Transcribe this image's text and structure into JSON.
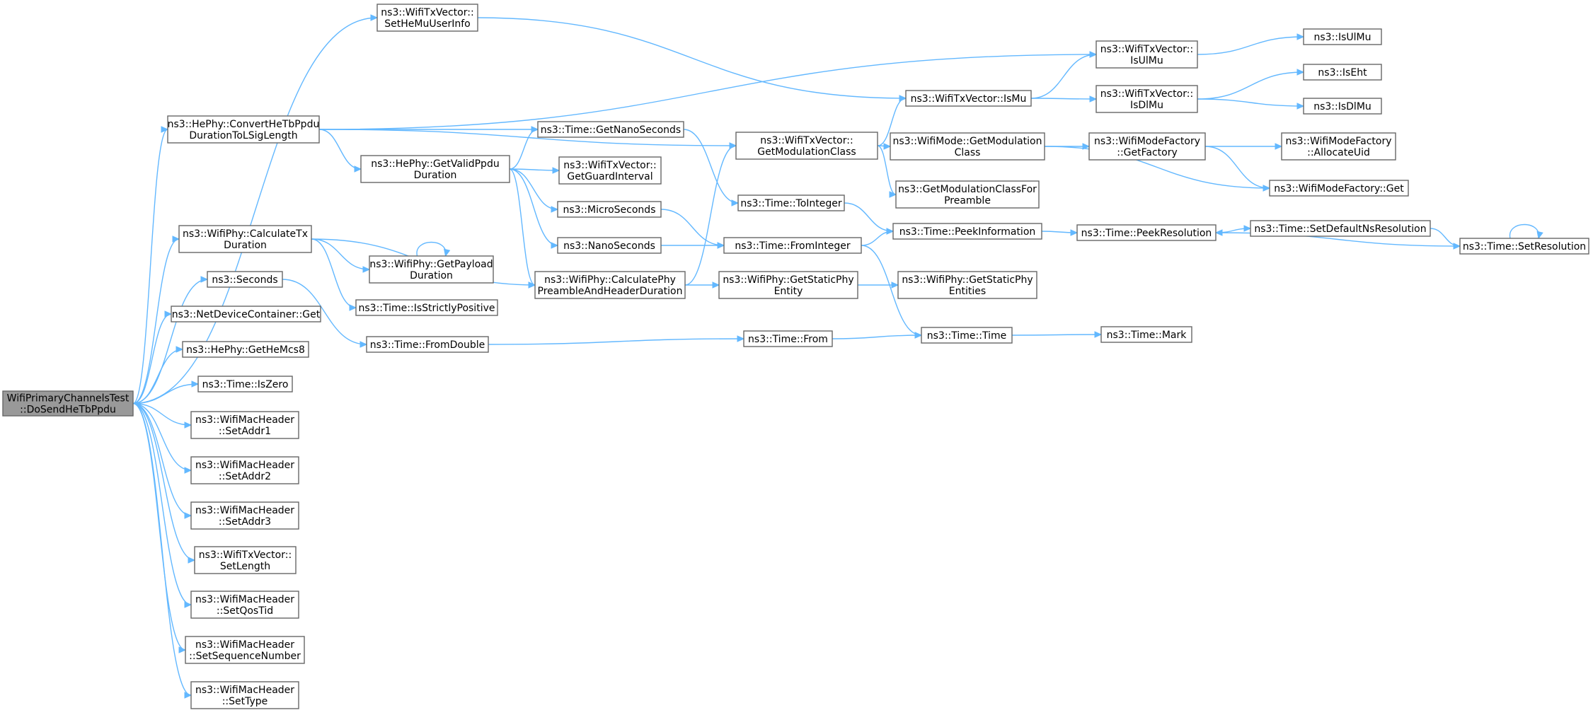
{
  "graph": {
    "colors": {
      "edge": "#63b8ff",
      "node_border": "#666666",
      "root_fill": "#999999",
      "node_fill": "#ffffff"
    },
    "nodes": [
      {
        "id": "root",
        "lines": [
          "WifiPrimaryChannelsTest",
          "::DoSendHeTbPpdu"
        ],
        "root": true
      },
      {
        "id": "setHeMu",
        "lines": [
          "ns3::WifiTxVector::",
          "SetHeMuUserInfo"
        ]
      },
      {
        "id": "convertHe",
        "lines": [
          "ns3::HePhy::ConvertHeTbPpdu",
          "DurationToLSigLength"
        ]
      },
      {
        "id": "calcTx",
        "lines": [
          "ns3::WifiPhy::CalculateTx",
          "Duration"
        ]
      },
      {
        "id": "seconds",
        "lines": [
          "ns3::Seconds"
        ]
      },
      {
        "id": "ndcGet",
        "lines": [
          "ns3::NetDeviceContainer::Get"
        ]
      },
      {
        "id": "getHeMcs8",
        "lines": [
          "ns3::HePhy::GetHeMcs8"
        ]
      },
      {
        "id": "isZero",
        "lines": [
          "ns3::Time::IsZero"
        ]
      },
      {
        "id": "setAddr1",
        "lines": [
          "ns3::WifiMacHeader",
          "::SetAddr1"
        ]
      },
      {
        "id": "setAddr2",
        "lines": [
          "ns3::WifiMacHeader",
          "::SetAddr2"
        ]
      },
      {
        "id": "setAddr3",
        "lines": [
          "ns3::WifiMacHeader",
          "::SetAddr3"
        ]
      },
      {
        "id": "setLength",
        "lines": [
          "ns3::WifiTxVector::",
          "SetLength"
        ]
      },
      {
        "id": "setQos",
        "lines": [
          "ns3::WifiMacHeader",
          "::SetQosTid"
        ]
      },
      {
        "id": "setSeq",
        "lines": [
          "ns3::WifiMacHeader",
          "::SetSequenceNumber"
        ]
      },
      {
        "id": "setType",
        "lines": [
          "ns3::WifiMacHeader",
          "::SetType"
        ]
      },
      {
        "id": "getValid",
        "lines": [
          "ns3::HePhy::GetValidPpdu",
          "Duration"
        ]
      },
      {
        "id": "getNano",
        "lines": [
          "ns3::Time::GetNanoSeconds"
        ]
      },
      {
        "id": "getGuard",
        "lines": [
          "ns3::WifiTxVector::",
          "GetGuardInterval"
        ]
      },
      {
        "id": "micro",
        "lines": [
          "ns3::MicroSeconds"
        ]
      },
      {
        "id": "nano",
        "lines": [
          "ns3::NanoSeconds"
        ]
      },
      {
        "id": "calcPhy",
        "lines": [
          "ns3::WifiPhy::CalculatePhy",
          "PreambleAndHeaderDuration"
        ]
      },
      {
        "id": "getPayload",
        "lines": [
          "ns3::WifiPhy::GetPayload",
          "Duration"
        ]
      },
      {
        "id": "isStrict",
        "lines": [
          "ns3::Time::IsStrictlyPositive"
        ]
      },
      {
        "id": "fromDouble",
        "lines": [
          "ns3::Time::FromDouble"
        ]
      },
      {
        "id": "getModClass",
        "lines": [
          "ns3::WifiTxVector::",
          "GetModulationClass"
        ]
      },
      {
        "id": "toInteger",
        "lines": [
          "ns3::Time::ToInteger"
        ]
      },
      {
        "id": "fromInteger",
        "lines": [
          "ns3::Time::FromInteger"
        ]
      },
      {
        "id": "getStatic",
        "lines": [
          "ns3::WifiPhy::GetStaticPhy",
          "Entity"
        ]
      },
      {
        "id": "from",
        "lines": [
          "ns3::Time::From"
        ]
      },
      {
        "id": "isMu",
        "lines": [
          "ns3::WifiTxVector::IsMu"
        ]
      },
      {
        "id": "modeGetMod",
        "lines": [
          "ns3::WifiMode::GetModulation",
          "Class"
        ]
      },
      {
        "id": "getModPre",
        "lines": [
          "ns3::GetModulationClassFor",
          "Preamble"
        ]
      },
      {
        "id": "peekInfo",
        "lines": [
          "ns3::Time::PeekInformation"
        ]
      },
      {
        "id": "getStatics",
        "lines": [
          "ns3::WifiPhy::GetStaticPhy",
          "Entities"
        ]
      },
      {
        "id": "timeTime",
        "lines": [
          "ns3::Time::Time"
        ]
      },
      {
        "id": "isUlMuTx",
        "lines": [
          "ns3::WifiTxVector::",
          "IsUlMu"
        ]
      },
      {
        "id": "isDlMuTx",
        "lines": [
          "ns3::WifiTxVector::",
          "IsDlMu"
        ]
      },
      {
        "id": "getFactory",
        "lines": [
          "ns3::WifiModeFactory",
          "::GetFactory"
        ]
      },
      {
        "id": "peekRes",
        "lines": [
          "ns3::Time::PeekResolution"
        ]
      },
      {
        "id": "mark",
        "lines": [
          "ns3::Time::Mark"
        ]
      },
      {
        "id": "isUlMu",
        "lines": [
          "ns3::IsUlMu"
        ]
      },
      {
        "id": "isEht",
        "lines": [
          "ns3::IsEht"
        ]
      },
      {
        "id": "isDlMu",
        "lines": [
          "ns3::IsDlMu"
        ]
      },
      {
        "id": "allocUid",
        "lines": [
          "ns3::WifiModeFactory",
          "::AllocateUid"
        ]
      },
      {
        "id": "factGet",
        "lines": [
          "ns3::WifiModeFactory::Get"
        ]
      },
      {
        "id": "setDefNs",
        "lines": [
          "ns3::Time::SetDefaultNsResolution"
        ]
      },
      {
        "id": "setRes",
        "lines": [
          "ns3::Time::SetResolution"
        ]
      }
    ],
    "edges": [
      [
        "root",
        "setHeMu"
      ],
      [
        "root",
        "convertHe"
      ],
      [
        "root",
        "calcTx"
      ],
      [
        "root",
        "seconds"
      ],
      [
        "root",
        "ndcGet"
      ],
      [
        "root",
        "getHeMcs8"
      ],
      [
        "root",
        "isZero"
      ],
      [
        "root",
        "setAddr1"
      ],
      [
        "root",
        "setAddr2"
      ],
      [
        "root",
        "setAddr3"
      ],
      [
        "root",
        "setLength"
      ],
      [
        "root",
        "setQos"
      ],
      [
        "root",
        "setSeq"
      ],
      [
        "root",
        "setType"
      ],
      [
        "setHeMu",
        "isMu"
      ],
      [
        "convertHe",
        "isUlMuTx"
      ],
      [
        "convertHe",
        "getModClass"
      ],
      [
        "convertHe",
        "getNano"
      ],
      [
        "convertHe",
        "getValid"
      ],
      [
        "calcTx",
        "calcPhy"
      ],
      [
        "calcTx",
        "getPayload"
      ],
      [
        "calcTx",
        "isStrict"
      ],
      [
        "seconds",
        "fromDouble"
      ],
      [
        "getValid",
        "getNano"
      ],
      [
        "getValid",
        "getGuard"
      ],
      [
        "getValid",
        "micro"
      ],
      [
        "getValid",
        "nano"
      ],
      [
        "getValid",
        "calcPhy"
      ],
      [
        "getNano",
        "toInteger"
      ],
      [
        "micro",
        "fromInteger"
      ],
      [
        "nano",
        "fromInteger"
      ],
      [
        "calcPhy",
        "getModClass"
      ],
      [
        "calcPhy",
        "getStatic"
      ],
      [
        "getPayload",
        "getPayload"
      ],
      [
        "fromDouble",
        "from"
      ],
      [
        "getModClass",
        "isMu"
      ],
      [
        "getModClass",
        "modeGetMod"
      ],
      [
        "getModClass",
        "getModPre"
      ],
      [
        "toInteger",
        "peekInfo"
      ],
      [
        "fromInteger",
        "peekInfo"
      ],
      [
        "fromInteger",
        "timeTime"
      ],
      [
        "getStatic",
        "getStatics"
      ],
      [
        "from",
        "timeTime"
      ],
      [
        "isMu",
        "isUlMuTx"
      ],
      [
        "isMu",
        "isDlMuTx"
      ],
      [
        "modeGetMod",
        "getFactory"
      ],
      [
        "modeGetMod",
        "factGet"
      ],
      [
        "peekInfo",
        "peekRes"
      ],
      [
        "timeTime",
        "mark"
      ],
      [
        "isUlMuTx",
        "isUlMu"
      ],
      [
        "isDlMuTx",
        "isEht"
      ],
      [
        "isDlMuTx",
        "isDlMu"
      ],
      [
        "getFactory",
        "allocUid"
      ],
      [
        "getFactory",
        "factGet"
      ],
      [
        "peekRes",
        "setDefNs"
      ],
      [
        "setDefNs",
        "setRes"
      ],
      [
        "setRes",
        "peekRes"
      ],
      [
        "setRes",
        "setRes"
      ]
    ]
  }
}
